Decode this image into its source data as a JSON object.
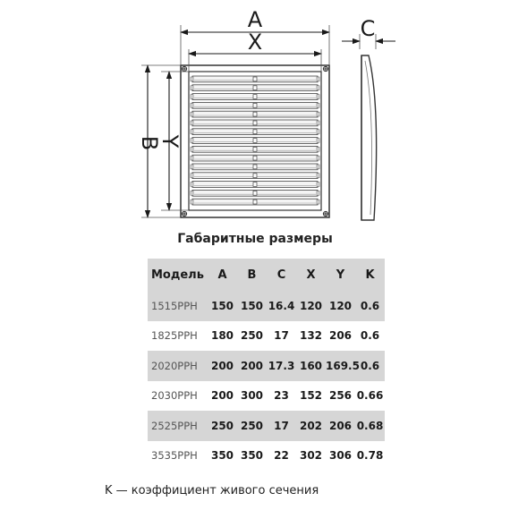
{
  "drawing": {
    "label_a": "A",
    "label_x": "X",
    "label_b": "B",
    "label_y": "Y",
    "label_c": "C"
  },
  "title": "Габаритные размеры",
  "table": {
    "headers": [
      "Модель",
      "A",
      "B",
      "C",
      "X",
      "Y",
      "K"
    ],
    "rows": [
      [
        "1515PPH",
        "150",
        "150",
        "16.4",
        "120",
        "120",
        "0.6"
      ],
      [
        "1825PPH",
        "180",
        "250",
        "17",
        "132",
        "206",
        "0.6"
      ],
      [
        "2020PPH",
        "200",
        "200",
        "17.3",
        "160",
        "169.5",
        "0.6"
      ],
      [
        "2030PPH",
        "200",
        "300",
        "23",
        "152",
        "256",
        "0.66"
      ],
      [
        "2525PPH",
        "250",
        "250",
        "17",
        "202",
        "206",
        "0.68"
      ],
      [
        "3535PPH",
        "350",
        "350",
        "22",
        "302",
        "306",
        "0.78"
      ]
    ]
  },
  "footnote": "K — коэффициент живого сечения"
}
